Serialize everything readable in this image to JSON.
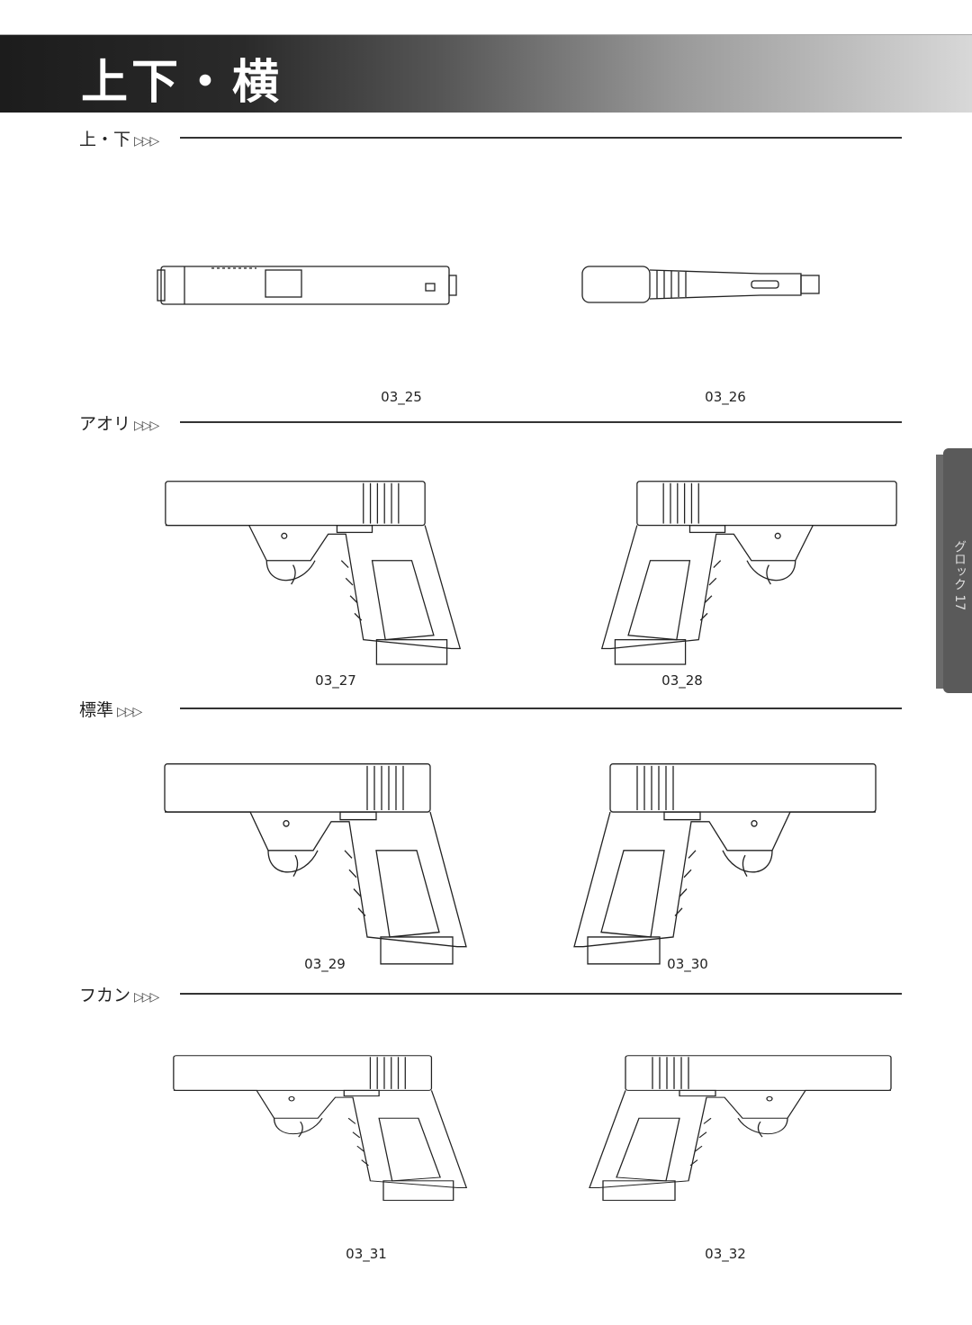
{
  "header": {
    "title": "上下・横"
  },
  "side_tab": {
    "label": "グロック 17"
  },
  "sections": [
    {
      "label": "上・下",
      "figures": [
        "03_25",
        "03_26"
      ]
    },
    {
      "label": "アオリ",
      "figures": [
        "03_27",
        "03_28"
      ]
    },
    {
      "label": "標準",
      "figures": [
        "03_29",
        "03_30"
      ]
    },
    {
      "label": "フカン",
      "figures": [
        "03_31",
        "03_32"
      ]
    }
  ],
  "arrow_glyph": "▷▷▷"
}
